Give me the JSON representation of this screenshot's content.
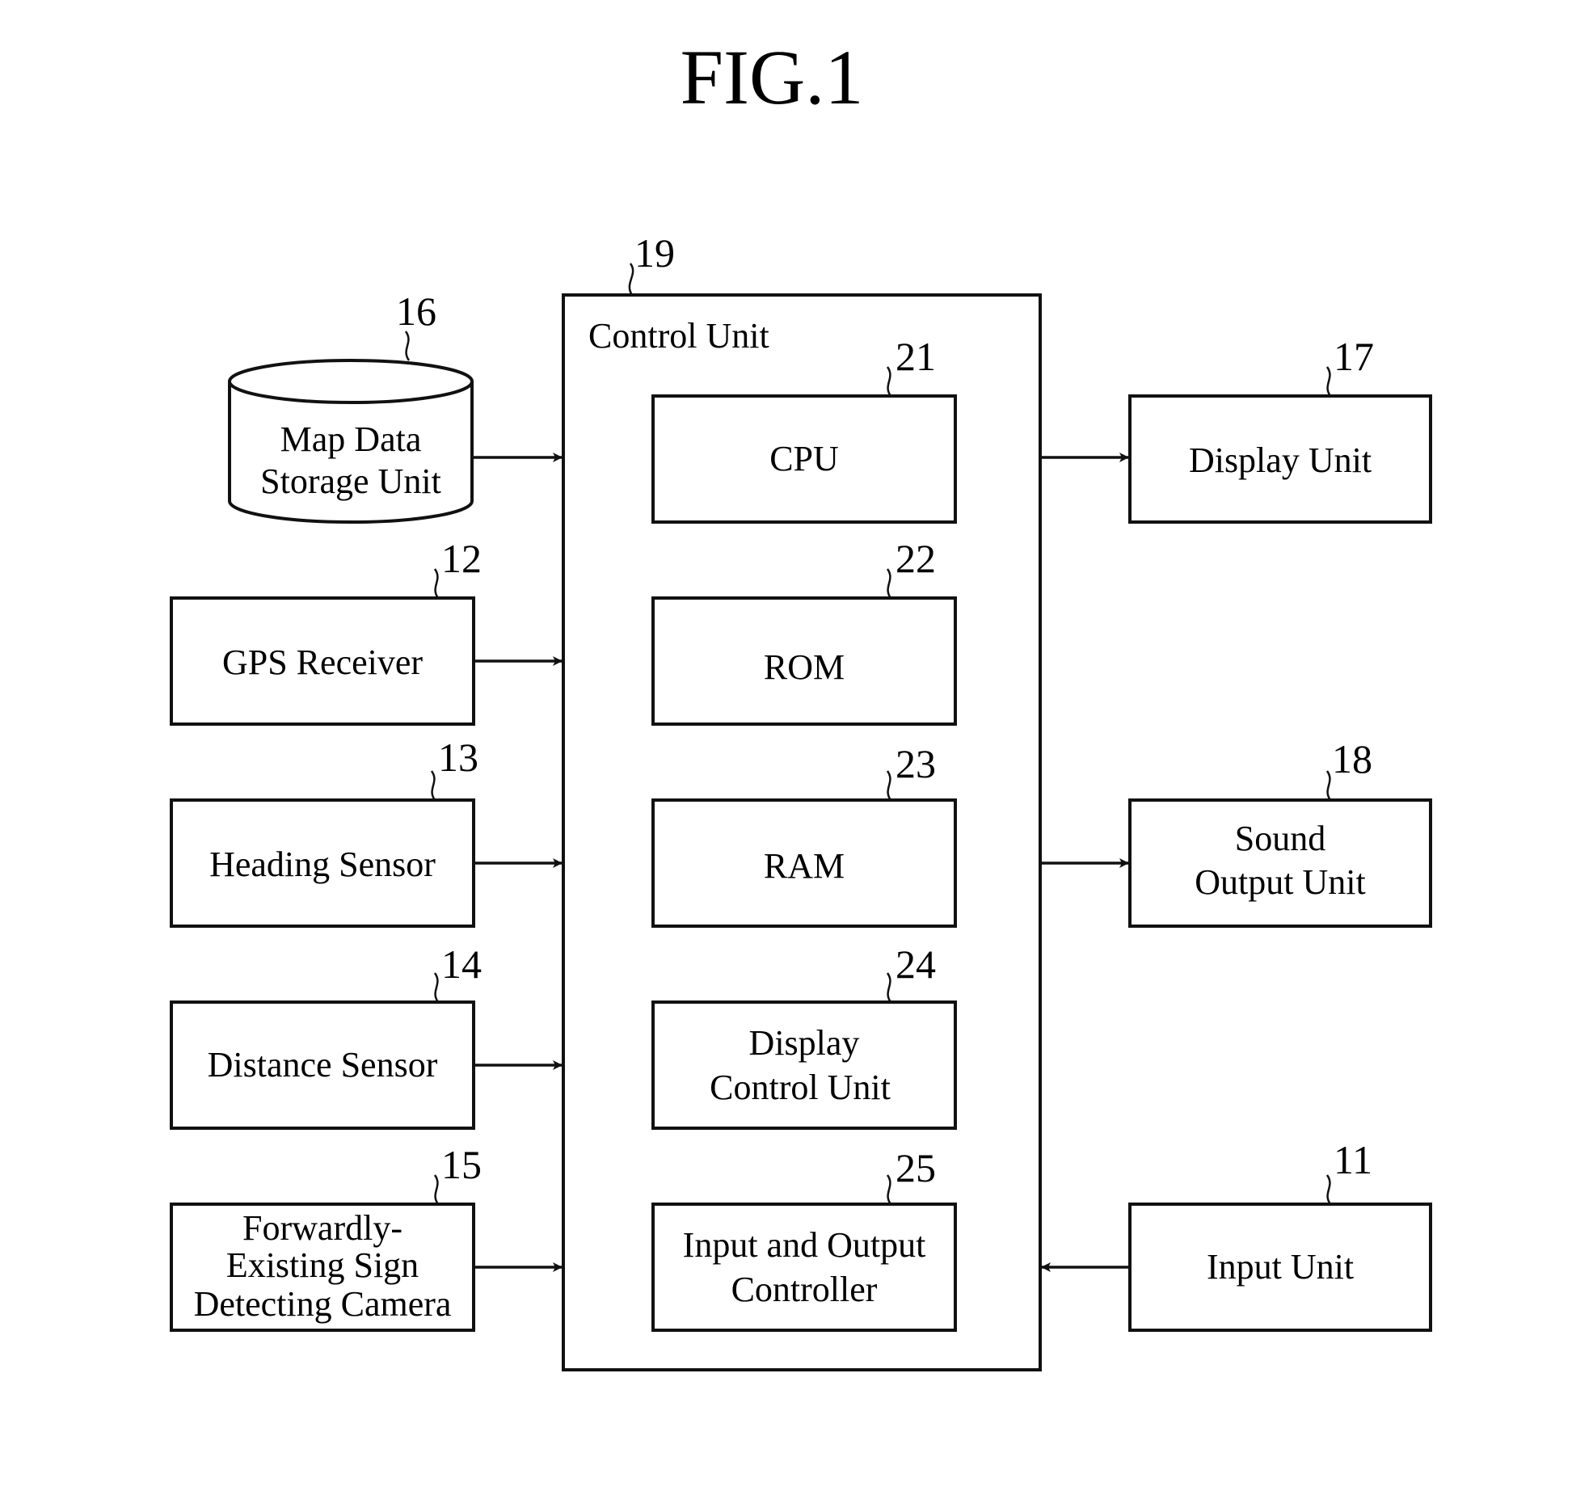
{
  "figure": {
    "title": "FIG.1"
  },
  "control_unit": {
    "ref": "19",
    "label": "Control Unit",
    "components": [
      {
        "ref": "21",
        "lines": [
          "CPU"
        ]
      },
      {
        "ref": "22",
        "lines": [
          "ROM"
        ]
      },
      {
        "ref": "23",
        "lines": [
          "RAM"
        ]
      },
      {
        "ref": "24",
        "lines": [
          "Display",
          "Control Unit"
        ]
      },
      {
        "ref": "25",
        "lines": [
          "Input and Output",
          "Controller"
        ]
      }
    ]
  },
  "inputs": [
    {
      "ref": "16",
      "lines": [
        "Map Data",
        "Storage Unit"
      ]
    },
    {
      "ref": "12",
      "lines": [
        "GPS Receiver"
      ]
    },
    {
      "ref": "13",
      "lines": [
        "Heading Sensor"
      ]
    },
    {
      "ref": "14",
      "lines": [
        "Distance Sensor"
      ]
    },
    {
      "ref": "15",
      "lines": [
        "Forwardly-",
        "Existing Sign",
        "Detecting Camera"
      ]
    }
  ],
  "outputs": [
    {
      "ref": "17",
      "lines": [
        "Display Unit"
      ]
    },
    {
      "ref": "18",
      "lines": [
        "Sound",
        "Output Unit"
      ]
    },
    {
      "ref": "11",
      "lines": [
        "Input Unit"
      ]
    }
  ]
}
